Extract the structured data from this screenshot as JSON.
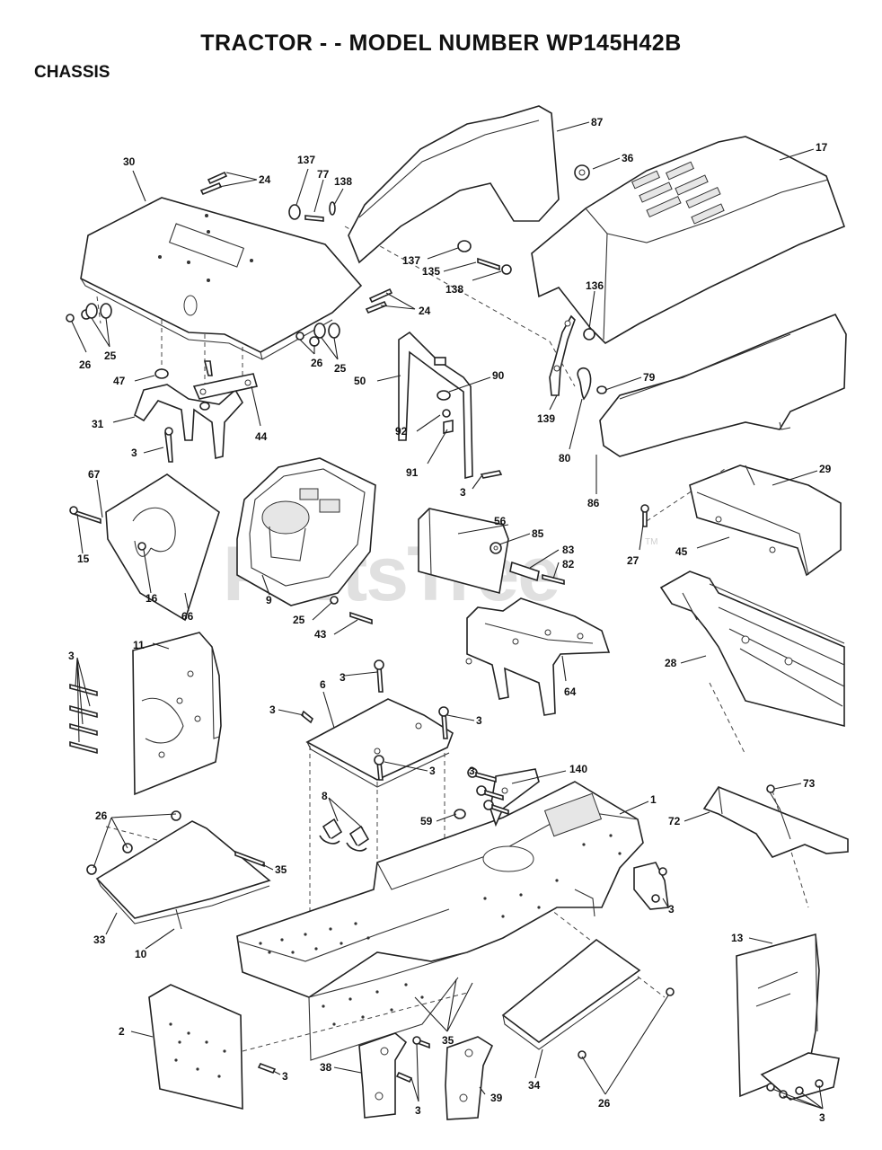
{
  "header": {
    "title": "TRACTOR - - MODEL NUMBER WP145H42B",
    "section": "CHASSIS"
  },
  "watermark": {
    "text": "PartsTree",
    "tm": "TM"
  },
  "callouts": [
    {
      "id": "c-30",
      "label": "30"
    },
    {
      "id": "c-24a",
      "label": "24"
    },
    {
      "id": "c-137a",
      "label": "137"
    },
    {
      "id": "c-77",
      "label": "77"
    },
    {
      "id": "c-138a",
      "label": "138"
    },
    {
      "id": "c-87",
      "label": "87"
    },
    {
      "id": "c-36",
      "label": "36"
    },
    {
      "id": "c-17",
      "label": "17"
    },
    {
      "id": "c-137b",
      "label": "137"
    },
    {
      "id": "c-135",
      "label": "135"
    },
    {
      "id": "c-138b",
      "label": "138"
    },
    {
      "id": "c-136",
      "label": "136"
    },
    {
      "id": "c-24b",
      "label": "24"
    },
    {
      "id": "c-26a",
      "label": "26"
    },
    {
      "id": "c-25a",
      "label": "25"
    },
    {
      "id": "c-26b",
      "label": "26"
    },
    {
      "id": "c-25b",
      "label": "25"
    },
    {
      "id": "c-47",
      "label": "47"
    },
    {
      "id": "c-31",
      "label": "31"
    },
    {
      "id": "c-44",
      "label": "44"
    },
    {
      "id": "c-3a",
      "label": "3"
    },
    {
      "id": "c-50",
      "label": "50"
    },
    {
      "id": "c-90",
      "label": "90"
    },
    {
      "id": "c-92",
      "label": "92"
    },
    {
      "id": "c-91",
      "label": "91"
    },
    {
      "id": "c-139",
      "label": "139"
    },
    {
      "id": "c-79",
      "label": "79"
    },
    {
      "id": "c-80",
      "label": "80"
    },
    {
      "id": "c-86",
      "label": "86"
    },
    {
      "id": "c-3b",
      "label": "3"
    },
    {
      "id": "c-67",
      "label": "67"
    },
    {
      "id": "c-15",
      "label": "15"
    },
    {
      "id": "c-16",
      "label": "16"
    },
    {
      "id": "c-66",
      "label": "66"
    },
    {
      "id": "c-9",
      "label": "9"
    },
    {
      "id": "c-25c",
      "label": "25"
    },
    {
      "id": "c-43",
      "label": "43"
    },
    {
      "id": "c-56",
      "label": "56"
    },
    {
      "id": "c-85",
      "label": "85"
    },
    {
      "id": "c-83",
      "label": "83"
    },
    {
      "id": "c-82",
      "label": "82"
    },
    {
      "id": "c-29",
      "label": "29"
    },
    {
      "id": "c-27",
      "label": "27"
    },
    {
      "id": "c-45",
      "label": "45"
    },
    {
      "id": "c-11",
      "label": "11"
    },
    {
      "id": "c-3c",
      "label": "3"
    },
    {
      "id": "c-64",
      "label": "64"
    },
    {
      "id": "c-28",
      "label": "28"
    },
    {
      "id": "c-6",
      "label": "6"
    },
    {
      "id": "c-3d",
      "label": "3"
    },
    {
      "id": "c-3e",
      "label": "3"
    },
    {
      "id": "c-3f",
      "label": "3"
    },
    {
      "id": "c-3g",
      "label": "3"
    },
    {
      "id": "c-140",
      "label": "140"
    },
    {
      "id": "c-3h",
      "label": "3"
    },
    {
      "id": "c-1",
      "label": "1"
    },
    {
      "id": "c-73",
      "label": "73"
    },
    {
      "id": "c-72",
      "label": "72"
    },
    {
      "id": "c-26c",
      "label": "26"
    },
    {
      "id": "c-8",
      "label": "8"
    },
    {
      "id": "c-59",
      "label": "59"
    },
    {
      "id": "c-35a",
      "label": "35"
    },
    {
      "id": "c-3i",
      "label": "3"
    },
    {
      "id": "c-33",
      "label": "33"
    },
    {
      "id": "c-10",
      "label": "10"
    },
    {
      "id": "c-13",
      "label": "13"
    },
    {
      "id": "c-2",
      "label": "2"
    },
    {
      "id": "c-35b",
      "label": "35"
    },
    {
      "id": "c-3j",
      "label": "3"
    },
    {
      "id": "c-38",
      "label": "38"
    },
    {
      "id": "c-3k",
      "label": "3"
    },
    {
      "id": "c-39",
      "label": "39"
    },
    {
      "id": "c-34",
      "label": "34"
    },
    {
      "id": "c-26d",
      "label": "26"
    },
    {
      "id": "c-3l",
      "label": "3"
    }
  ]
}
